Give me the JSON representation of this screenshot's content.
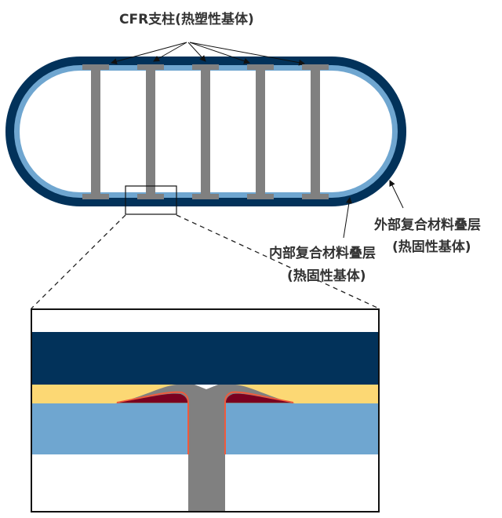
{
  "labels": {
    "struts": "CFR支柱(热塑性基体)",
    "outer_line1": "外部复合材料叠层",
    "outer_line2": "(热固性基体)",
    "inner_line1": "内部复合材料叠层",
    "inner_line2": "(热固性基体)"
  },
  "colors": {
    "outer_laminate": "#02325a",
    "inner_laminate": "#6fa6d0",
    "strut": "#808080",
    "adhesive": "#fcd874",
    "interface": "#7a0020",
    "interface_edge": "#f05a3c"
  },
  "strut_count": 5
}
